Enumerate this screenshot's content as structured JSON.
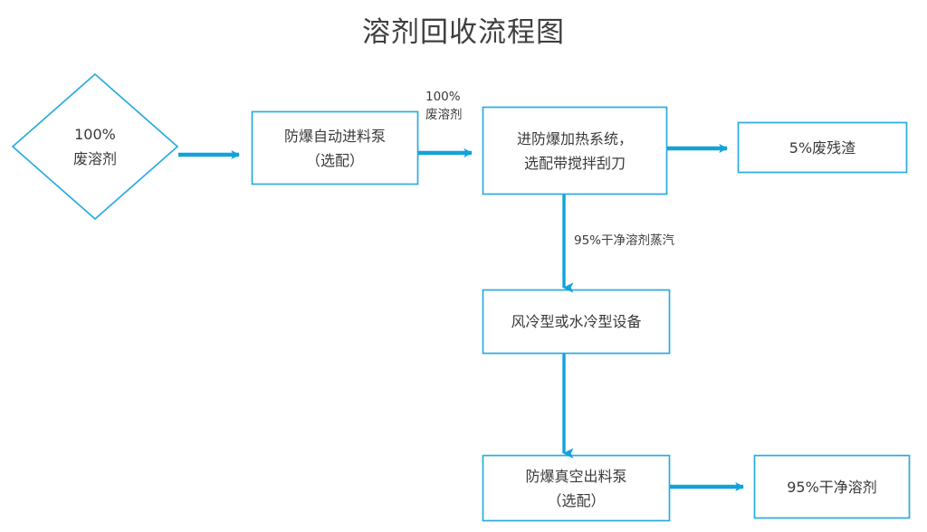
{
  "title": "溶剂回收流程图",
  "colors": {
    "node_border": "#29ABE2",
    "arrow": "#12A2DC",
    "node_fill": "#FFFFFF",
    "text": "#3A3A3A",
    "title_text": "#3F3F3F",
    "background": "#FFFFFF"
  },
  "nodes": {
    "waste_solvent_input": {
      "shape": "diamond",
      "line1": "100%",
      "line2": "废溶剂"
    },
    "feed_pump": {
      "shape": "rect",
      "line1": "防爆自动进料泵",
      "line2": "（选配）"
    },
    "heating_system": {
      "shape": "rect",
      "line1": "进防爆加热系统，",
      "line2": "选配带搅拌刮刀"
    },
    "waste_residue": {
      "shape": "rect",
      "line1": "5%废残渣"
    },
    "cooling_equipment": {
      "shape": "rect",
      "line1": "风冷型或水冷型设备"
    },
    "discharge_pump": {
      "shape": "rect",
      "line1": "防爆真空出料泵",
      "line2": "（选配）"
    },
    "clean_solvent_output": {
      "shape": "rect",
      "line1": "95%干净溶剂"
    }
  },
  "edges": {
    "input_to_pump": {
      "label": ""
    },
    "pump_to_heater": {
      "label_line1": "100%",
      "label_line2": "废溶剂"
    },
    "heater_to_residue": {
      "label": ""
    },
    "heater_to_cooler": {
      "label": "95%干净溶剂蒸汽"
    },
    "cooler_to_discharge": {
      "label": ""
    },
    "discharge_to_output": {
      "label": ""
    }
  },
  "chart_data": {
    "type": "diagram",
    "title": "溶剂回收流程图",
    "diagram_kind": "flowchart",
    "orientation": "left-to-right with downward branches",
    "nodes": [
      {
        "id": "waste_solvent_input",
        "label": "100% 废溶剂",
        "shape": "diamond"
      },
      {
        "id": "feed_pump",
        "label": "防爆自动进料泵（选配）",
        "shape": "rectangle"
      },
      {
        "id": "heating_system",
        "label": "进防爆加热系统，选配带搅拌刮刀",
        "shape": "rectangle"
      },
      {
        "id": "waste_residue",
        "label": "5%废残渣",
        "shape": "rectangle"
      },
      {
        "id": "cooling_equipment",
        "label": "风冷型或水冷型设备",
        "shape": "rectangle"
      },
      {
        "id": "discharge_pump",
        "label": "防爆真空出料泵（选配）",
        "shape": "rectangle"
      },
      {
        "id": "clean_solvent_output",
        "label": "95%干净溶剂",
        "shape": "rectangle"
      }
    ],
    "edges": [
      {
        "from": "waste_solvent_input",
        "to": "feed_pump",
        "label": "",
        "direction": "right"
      },
      {
        "from": "feed_pump",
        "to": "heating_system",
        "label": "100% 废溶剂",
        "direction": "right"
      },
      {
        "from": "heating_system",
        "to": "waste_residue",
        "label": "",
        "direction": "right"
      },
      {
        "from": "heating_system",
        "to": "cooling_equipment",
        "label": "95%干净溶剂蒸汽",
        "direction": "down"
      },
      {
        "from": "cooling_equipment",
        "to": "discharge_pump",
        "label": "",
        "direction": "down"
      },
      {
        "from": "discharge_pump",
        "to": "clean_solvent_output",
        "label": "",
        "direction": "right"
      }
    ]
  }
}
